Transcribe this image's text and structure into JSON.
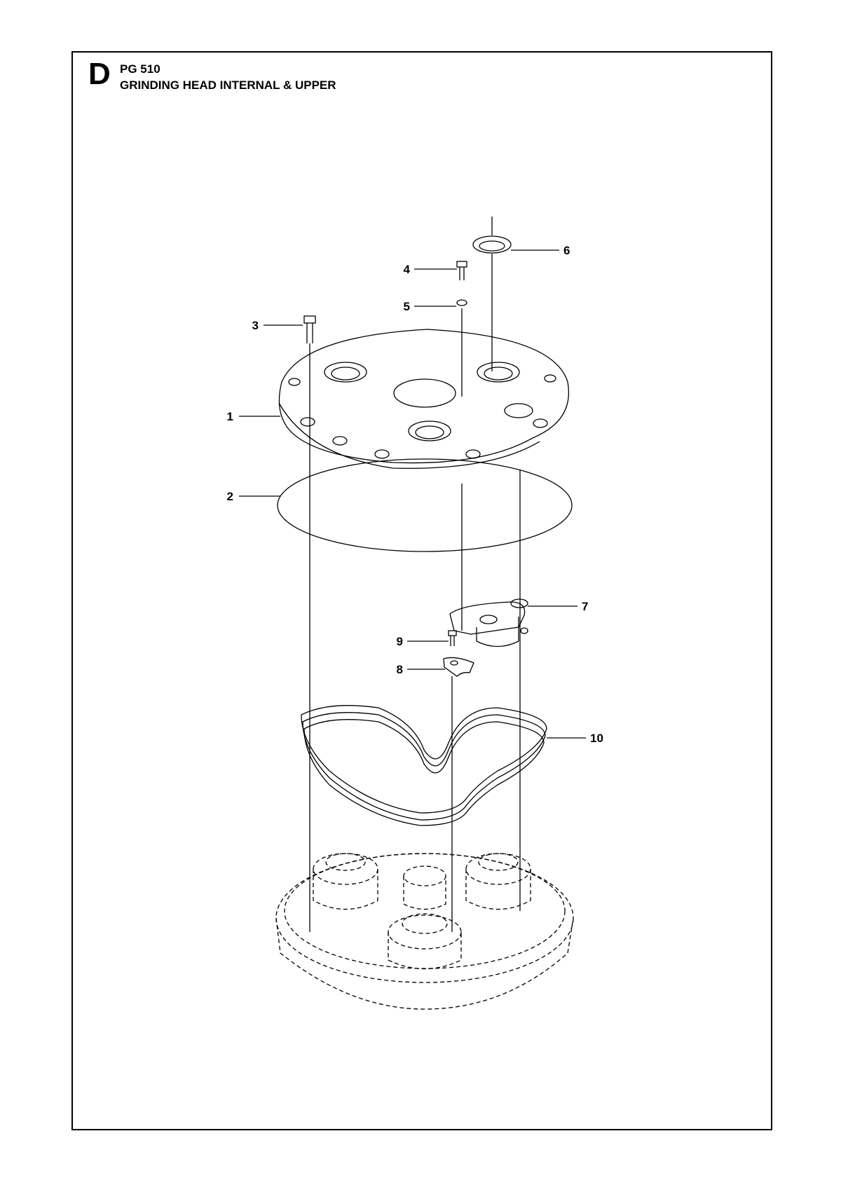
{
  "header": {
    "section": "D",
    "model": "PG 510",
    "title": "GRINDING HEAD INTERNAL & UPPER"
  },
  "callouts": [
    "1",
    "2",
    "3",
    "4",
    "5",
    "6",
    "7",
    "8",
    "9",
    "10"
  ],
  "colors": {
    "line": "#000000",
    "background": "#ffffff"
  }
}
